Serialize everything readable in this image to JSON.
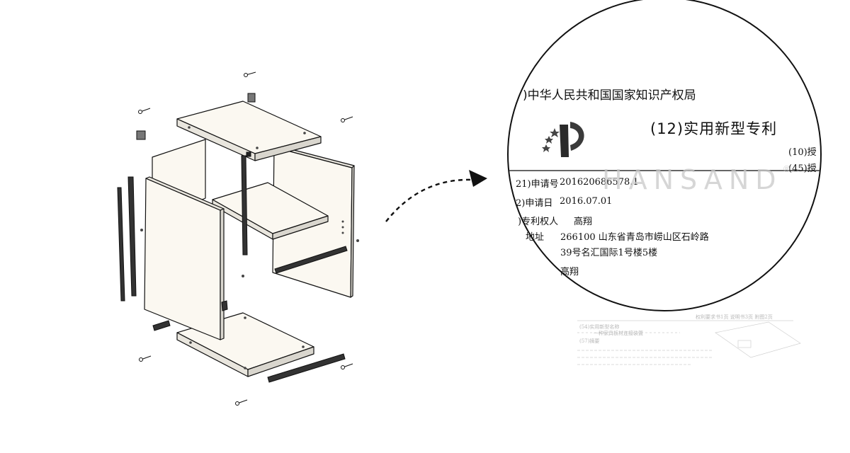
{
  "patent": {
    "authority": ")中华人民共和国国家知识产权局",
    "type_label": "(12)实用新型专利",
    "pub_number_code": "(10)授",
    "pub_date_code": "(45)授",
    "application_number_label": "21)申请号",
    "application_number": "201620686578.1",
    "application_date_label": "2)申请日",
    "application_date": "2016.07.01",
    "patentee_label": ")专利权人",
    "patentee": "高翔",
    "address_label": "地址",
    "address_line1": "266100 山东省青岛市崂山区石岭路",
    "address_line2": "39号名汇国际1号楼5楼",
    "inventor": "高翔"
  },
  "watermark": {
    "text": "HANSAND",
    "mark": "®"
  },
  "faint_page": {
    "header": "权利要求书1页   说明书3页   附图2页",
    "title_label": "(54)实用新型名称",
    "title": "一种家具板材连接装置",
    "abstract_label": "(57)摘要"
  },
  "colors": {
    "line": "#111111",
    "panel": "#fbf8f1",
    "watermark": "#c9c9c9"
  }
}
